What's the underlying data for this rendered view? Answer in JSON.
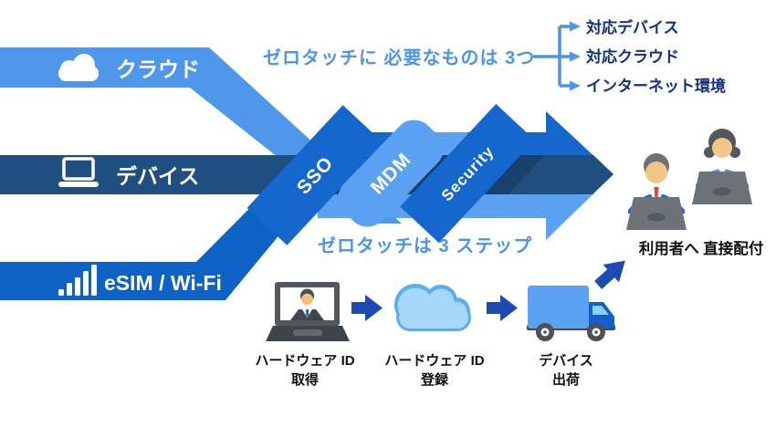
{
  "palette": {
    "light_blue": "#4E97EA",
    "lighter_blue": "#5BA1F2",
    "medium_blue": "#1567CE",
    "deep_blue": "#0E62C6",
    "navy": "#1F4F81",
    "navy_shadow": "#16406E",
    "accent_text": "#4A94F0",
    "link_line": "#4A94F0",
    "dark_text": "#12307D",
    "step_arrow": "#1B4BB0",
    "label_text": "#111111",
    "white": "#FFFFFF"
  },
  "streams": {
    "cloud_label": "クラウド",
    "device_label": "デバイス",
    "esim_label": "eSIM / Wi-Fi"
  },
  "ribbons": {
    "sso": "SSO",
    "mdm": "MDM",
    "security": "Security"
  },
  "requirements": {
    "heading": "ゼロタッチに 必要なものは 3つ",
    "items": [
      "対応デバイス",
      "対応クラウド",
      "インターネット環境"
    ]
  },
  "steps": {
    "heading": "ゼロタッチは 3 ステップ",
    "step1_line1": "ハードウェア ID",
    "step1_line2": "取得",
    "step2_line1": "ハードウェア ID",
    "step2_line2": "登録",
    "step3_line1": "デバイス",
    "step3_line2": "出荷",
    "delivery_label": "利用者へ 直接配付"
  },
  "icons": {
    "cloud_band": "cloud-icon",
    "device_band": "laptop-icon",
    "esim_band": "signal-bars-icon",
    "step1": "laptop-user-icon",
    "step2": "cloud-icon",
    "step3": "delivery-truck-icon",
    "flow": "arrow-right-icon",
    "delivery": "users-at-laptops-icon"
  }
}
